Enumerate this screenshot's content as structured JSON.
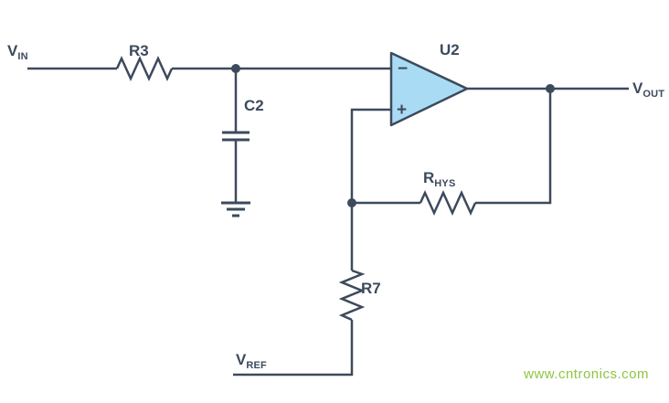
{
  "colors": {
    "background": "#ffffff",
    "wire": "#3d4a5c",
    "text": "#3d4a5c",
    "opamp_fill": "#a9dcf4",
    "watermark": "#8dc63f"
  },
  "labels": {
    "vin_main": "V",
    "vin_sub": "IN",
    "r3": "R3",
    "c2": "C2",
    "u2": "U2",
    "opamp_minus": "−",
    "opamp_plus": "+",
    "vout_main": "V",
    "vout_sub": "OUT",
    "rhys_main": "R",
    "rhys_sub": "HYS",
    "r7": "R7",
    "vref_main": "V",
    "vref_sub": "REF"
  },
  "watermark": {
    "text": "www.cntronics.com"
  }
}
